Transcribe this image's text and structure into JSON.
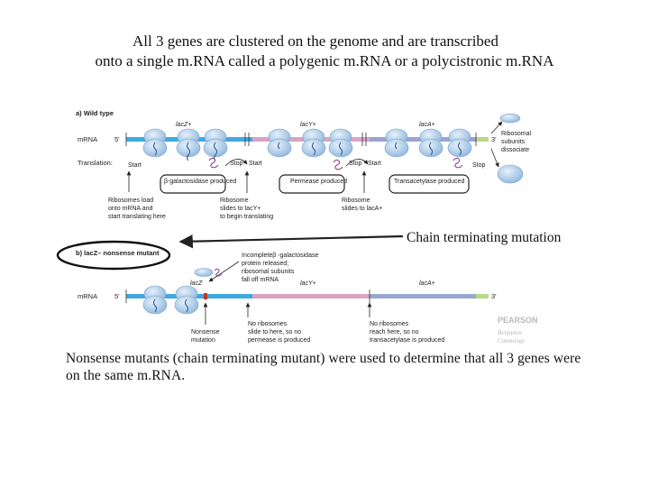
{
  "title": {
    "line1": "All 3 genes are clustered on the genome and are transcribed",
    "line2": "onto a single m.RNA called a polygenic m.RNA or a polycistronic m.RNA"
  },
  "panel_a": {
    "heading": "a) Wild type",
    "mrna_label": "mRNA",
    "five_prime": "5'",
    "three_prime": "3'",
    "translation_label": "Translation:",
    "genes": [
      "lacZ+",
      "lacY+",
      "lacA+"
    ],
    "start": "Start",
    "stop": "Stop",
    "proteins": [
      "β-galactosidase produced",
      "Permease produced",
      "Transacetylase produced"
    ],
    "ribo_note1": [
      "Ribosomes load",
      "onto mRNA and",
      "start translating here"
    ],
    "ribo_note2": [
      "Ribosome",
      "slides to lacY+",
      "to begin translating"
    ],
    "ribo_note3": [
      "Ribosome",
      "slides to lacA+"
    ],
    "dissociate": [
      "Ribosomal",
      "subunits",
      "dissociate"
    ],
    "colors": {
      "lacZ": "#3fa9df",
      "lacY": "#d9a3c6",
      "lacA": "#9aa6cf",
      "tail": "#b7d98a",
      "ribosome": "#a9c9e8"
    }
  },
  "callout": "Chain terminating mutation",
  "panel_b": {
    "heading": "b) lacZ– nonsense mutant",
    "mrna_label": "mRNA",
    "five_prime": "5'",
    "three_prime": "3'",
    "genes": [
      "lacZ",
      "lacY+",
      "lacA+"
    ],
    "incomplete": [
      "Incompleteβ -galactosidase",
      "protein released;",
      "ribosomal subunits",
      "fall off mRNA"
    ],
    "nonsense": [
      "Nonsense",
      "mutation"
    ],
    "no_ribo1": [
      "No ribosomes",
      "slide to here, so no",
      "permease is produced"
    ],
    "no_ribo2": [
      "No ribosomes",
      "reach here, so no",
      "transacetylase is produced"
    ]
  },
  "publisher": [
    "PEARSON",
    "Benjamin",
    "Cummings"
  ],
  "caption": "Nonsense mutants (chain terminating mutant) were used to determine that all 3 genes were on the same m.RNA."
}
